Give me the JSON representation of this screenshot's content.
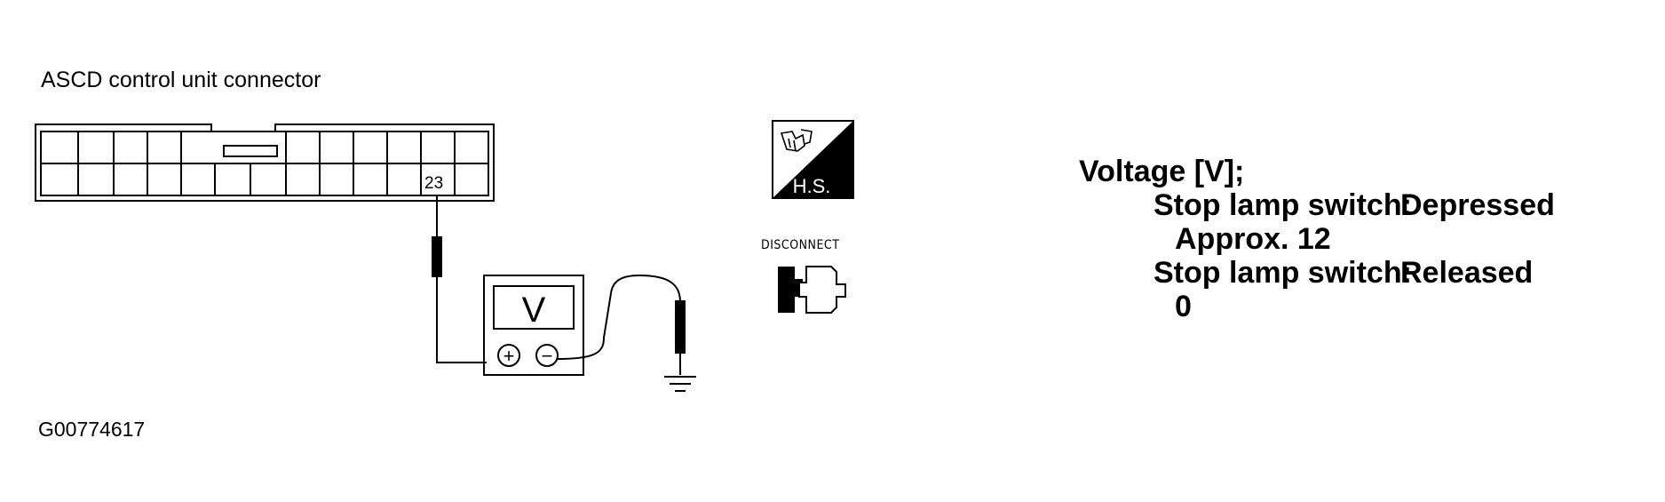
{
  "connector_title": "ASCD control unit connector",
  "terminal_number": "23",
  "meter_symbol": "V",
  "plus_symbol": "+",
  "minus_symbol": "−",
  "hs_badge": "H.S.",
  "disconnect_label": "DISCONNECT",
  "figure_code": "G00774617",
  "spec": {
    "heading": "Voltage [V];",
    "row1_label": "Stop lamp switch:",
    "row1_state": "Depressed",
    "row1_value": "Approx. 12",
    "row2_label": "Stop lamp switch:",
    "row2_state": "Released",
    "row2_value": "0"
  }
}
